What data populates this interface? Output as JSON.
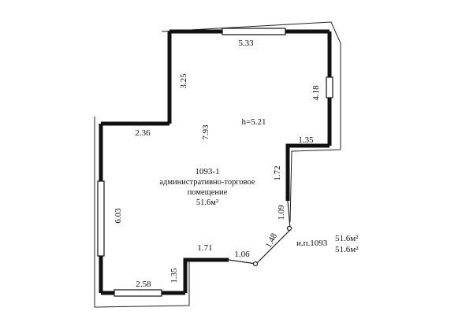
{
  "dimensions": {
    "top_wall": "5.33",
    "upper_left_wall": "3.25",
    "right_upper_wall": "4.18",
    "left_notch_wall": "2.36",
    "center_height": "7.93",
    "right_step_top": "1.35",
    "right_step_wall": "1.72",
    "right_lower_wall": "1.09",
    "left_wall": "6.03",
    "diagonal_wall": "1.48",
    "bottom_step_top": "1.71",
    "bottom_right_stub": "1.06",
    "bottom_step_wall": "1.35",
    "bottom_left_wall": "2.58"
  },
  "ceiling_height": "h=5.21",
  "room": {
    "number": "1093-1",
    "name_line1": "административно-торговое",
    "name_line2": "помещение",
    "area": "51.6м²"
  },
  "summary": {
    "label": "и.п.1093",
    "area_1": "51.6м²",
    "area_2": "51.6м²"
  }
}
